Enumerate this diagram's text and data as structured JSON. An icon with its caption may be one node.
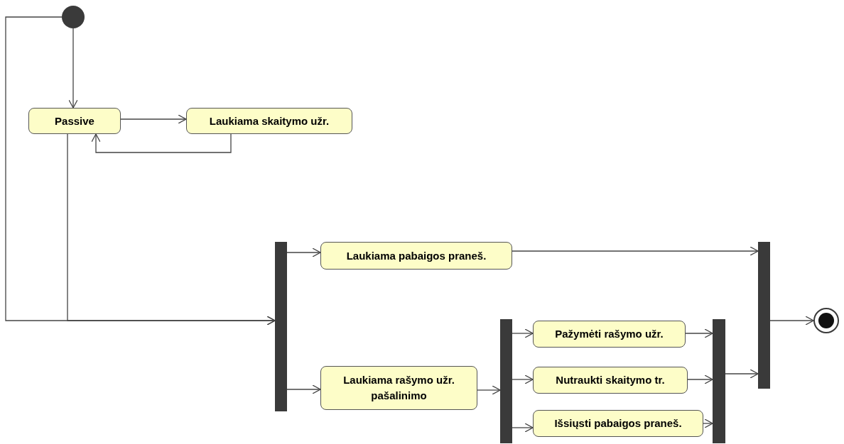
{
  "diagram": {
    "nodes": [
      {
        "text": [],
        "shape": "circle"
      },
      {
        "text": [
          "Passive"
        ]
      },
      {
        "text": [
          "Laukiama skaitymo užr."
        ]
      },
      {
        "text": [],
        "shape": "bar"
      },
      {
        "text": [
          "Laukiama pabaigos praneš."
        ]
      },
      {
        "text": [
          "Laukiama rašymo užr. pašalinimo"
        ]
      },
      {
        "text": [],
        "shape": "bar"
      },
      {
        "text": [
          "Pažymėti rašymo užr."
        ]
      },
      {
        "text": [
          "Nutraukti skaitymo tr."
        ]
      },
      {
        "text": [
          "Išsiųsti pabaigos praneš."
        ]
      },
      {
        "text": [],
        "shape": "bar"
      },
      {
        "text": [],
        "shape": "bar"
      },
      {
        "text": [],
        "shape": "bullseye"
      }
    ],
    "edges": [
      {
        "from": 0,
        "to": 1,
        "arrow": "to"
      },
      {
        "from": 0,
        "to": 3,
        "arrow": "to"
      },
      {
        "from": 1,
        "to": 3,
        "arrow": "to"
      },
      {
        "from": 1,
        "to": 2,
        "arrow": "to"
      },
      {
        "from": 2,
        "to": 1,
        "arrow": "to"
      },
      {
        "from": 3,
        "to": 4,
        "arrow": "to"
      },
      {
        "from": 3,
        "to": 5,
        "arrow": "to"
      },
      {
        "from": 4,
        "to": 11,
        "arrow": "to"
      },
      {
        "from": 5,
        "to": 6,
        "arrow": "to"
      },
      {
        "from": 6,
        "to": 7,
        "arrow": "to"
      },
      {
        "from": 6,
        "to": 8,
        "arrow": "to"
      },
      {
        "from": 6,
        "to": 9,
        "arrow": "to"
      },
      {
        "from": 7,
        "to": 10,
        "arrow": "to"
      },
      {
        "from": 8,
        "to": 10,
        "arrow": "to"
      },
      {
        "from": 9,
        "to": 10,
        "arrow": "to"
      },
      {
        "from": 10,
        "to": 11,
        "arrow": "to"
      },
      {
        "from": 11,
        "to": 12,
        "arrow": "to"
      }
    ]
  }
}
